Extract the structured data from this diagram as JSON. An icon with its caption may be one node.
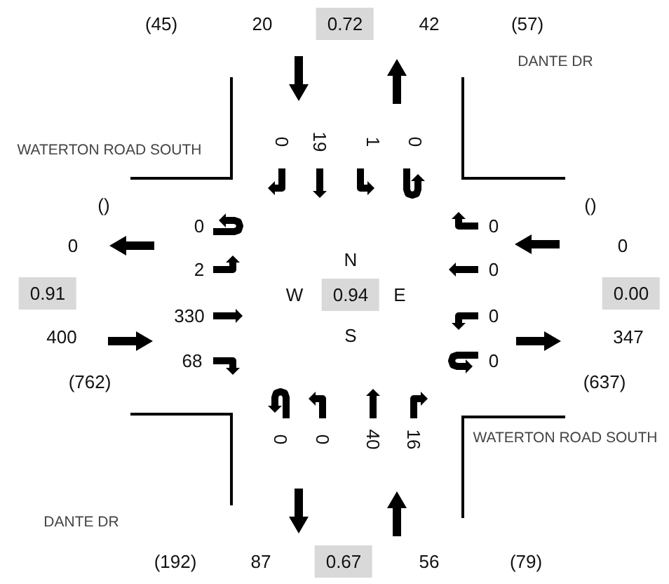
{
  "diagram": {
    "labels": [
      "(45)",
      "20",
      "0.72",
      "42",
      "(57)",
      "DANTE DR",
      "0",
      "19",
      "1",
      "0",
      "WATERTON ROAD SOUTH",
      "()",
      "()",
      "0",
      "0",
      "0",
      "0",
      "2",
      "N",
      "0",
      "0.91",
      "W",
      "0.94",
      "E",
      "0.00",
      "330",
      "0",
      "400",
      "S",
      "347",
      "68",
      "0",
      "(762)",
      "(637)",
      "0",
      "0",
      "40",
      "16",
      "WATERTON ROAD SOUTH",
      "DANTE DR",
      "(192)",
      "87",
      "0.67",
      "56",
      "(79)"
    ]
  }
}
